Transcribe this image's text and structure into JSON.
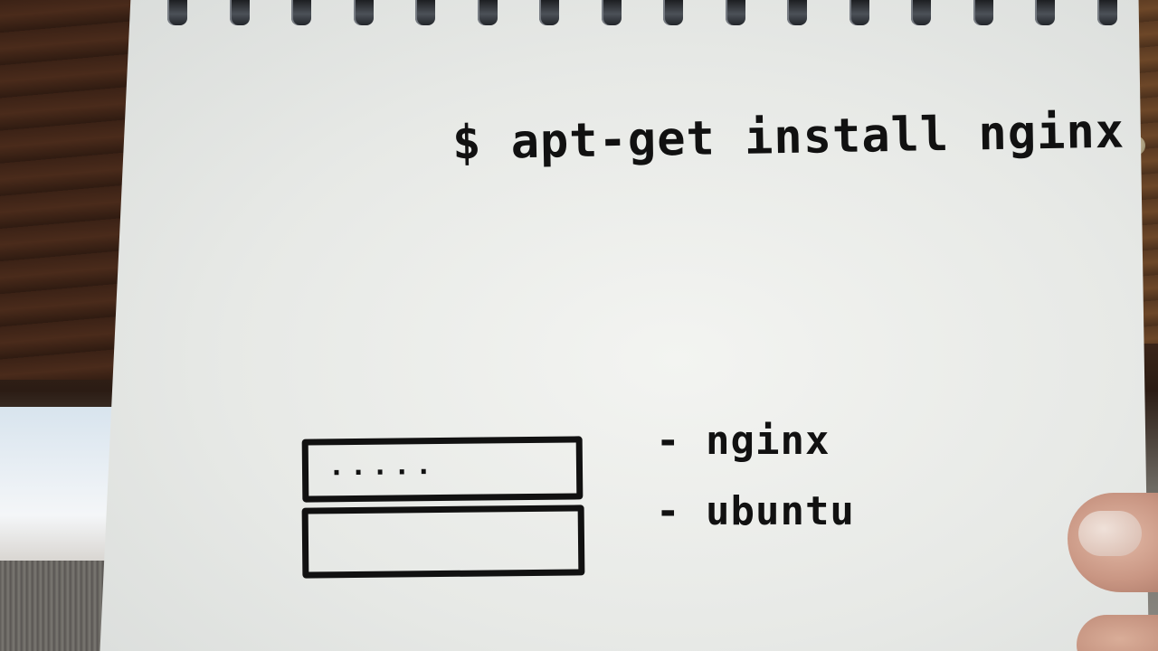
{
  "notebook": {
    "command_text": "$ apt-get install nginx",
    "boxes": [
      {
        "filled_indicator": ".....",
        "label": "- nginx"
      },
      {
        "filled_indicator": "",
        "label": "- ubuntu"
      }
    ]
  },
  "colors": {
    "ink": "#111111",
    "paper": "#ecedea",
    "wood": "#4a2d1d",
    "skin": "#c99683"
  },
  "icons": {
    "spiral": "spiral-binding-icon"
  }
}
